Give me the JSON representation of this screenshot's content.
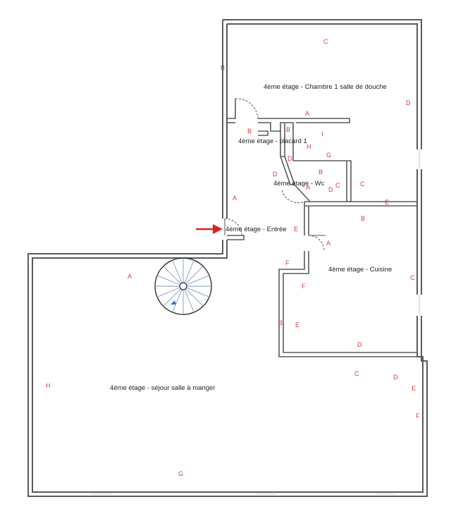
{
  "rooms": {
    "chambre": "4ème étage - Chambre 1 salle de douche",
    "placard": "4ème étage - placard 1",
    "wc": "4ème étage - Wc",
    "entree": "4ème étage - Entrée",
    "cuisine": "4ème étage - Cuisine",
    "sejour": "4ème étage - séjour salle à manger"
  },
  "wall_labels": {
    "chambre": [
      "C",
      "B",
      "D",
      "A"
    ],
    "placard": [
      "B",
      "B",
      "I",
      "H",
      "D",
      "G"
    ],
    "wc": [
      "D",
      "B",
      "A",
      "D",
      "C"
    ],
    "entree": [
      "A",
      "E",
      "F"
    ],
    "cuisine": [
      "B",
      "A",
      "C",
      "F",
      "E",
      "D",
      "E"
    ],
    "sejour": [
      "A",
      "H",
      "C",
      "D",
      "E",
      "F",
      "G",
      "B"
    ]
  },
  "colors": {
    "wall": "#5a5a5a",
    "letter": "#d23b3b",
    "arrow": "#e02020",
    "stair_steps": "#7a9cc4"
  },
  "icons": {
    "entry_arrow": "entry-arrow-icon",
    "stair": "spiral-staircase-icon"
  }
}
